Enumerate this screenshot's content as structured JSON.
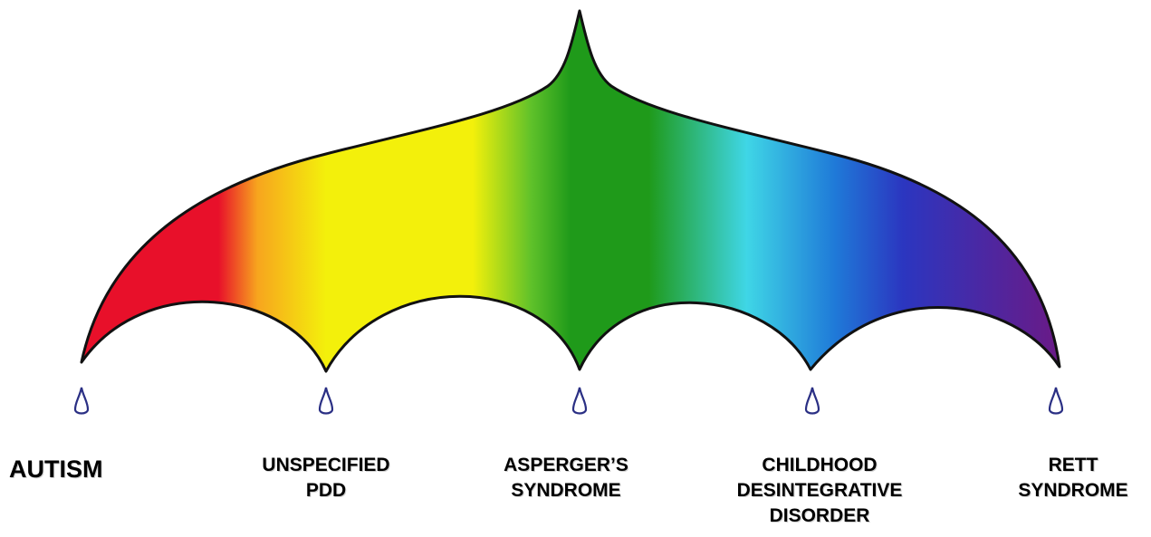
{
  "colors": {
    "red": "#e8102a",
    "orange": "#f7a51e",
    "yellow": "#f3f00b",
    "green": "#1f9a1a",
    "light_green": "#5fc12a",
    "cyan": "#3fd6e6",
    "blue": "#1f7ad8",
    "indigo": "#2b36c0",
    "purple": "#6a1a86",
    "outline": "#111111",
    "drop_stroke": "#2a2f84"
  },
  "labels": {
    "autism": "AUTISM",
    "unspecified_pdd": "UNSPECIFIED\nPDD",
    "asperger": "ASPERGER’S\nSYNDROME",
    "childhood": "CHILDHOOD\nDESINTEGRATIVE\nDISORDER",
    "rett": "RETT\nSYNDROME"
  },
  "icons": {
    "canopy": "umbrella-canopy",
    "drop": "raindrop-icon"
  }
}
